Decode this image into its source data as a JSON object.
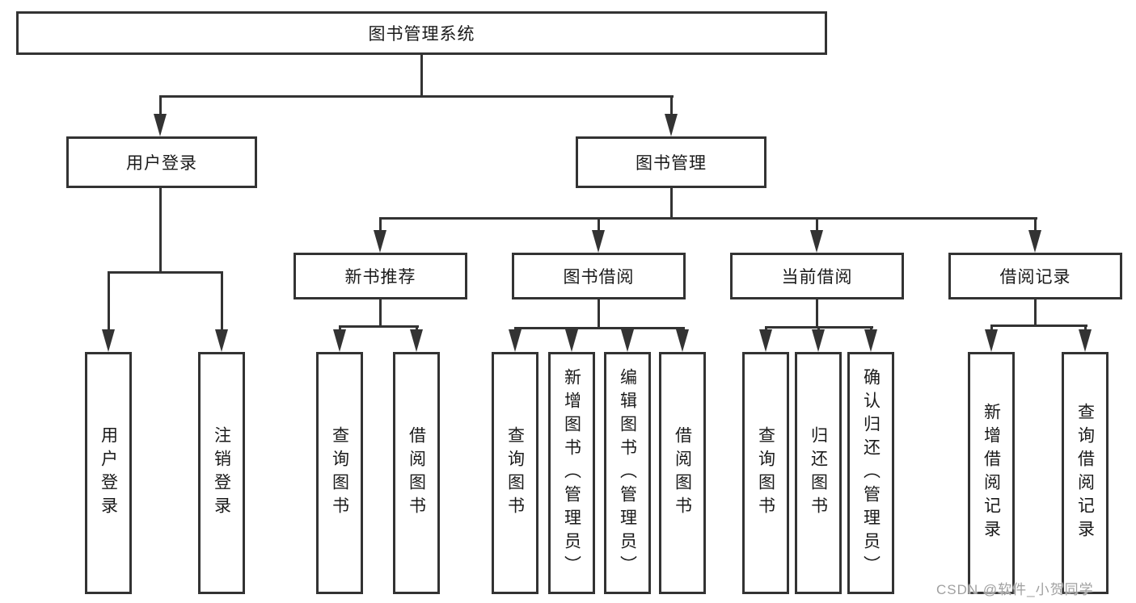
{
  "diagram": {
    "root": {
      "label": "图书管理系统"
    },
    "level2": [
      {
        "label": "用户登录"
      },
      {
        "label": "图书管理"
      }
    ],
    "level3": [
      {
        "label": "新书推荐"
      },
      {
        "label": "图书借阅"
      },
      {
        "label": "当前借阅"
      },
      {
        "label": "借阅记录"
      }
    ],
    "leaves": [
      {
        "label": "用户登录"
      },
      {
        "label": "注销登录"
      },
      {
        "label": "查询图书"
      },
      {
        "label": "借阅图书"
      },
      {
        "label": "查询图书"
      },
      {
        "label": "新增图书（管理员）"
      },
      {
        "label": "编辑图书（管理员）"
      },
      {
        "label": "借阅图书"
      },
      {
        "label": "查询图书"
      },
      {
        "label": "归还图书"
      },
      {
        "label": "确认归还（管理员）"
      },
      {
        "label": "新增借阅记录"
      },
      {
        "label": "查询借阅记录"
      }
    ]
  },
  "watermark": {
    "text": "CSDN @软件_小贺同学"
  },
  "colors": {
    "line": "#333333",
    "node_border": "#333333",
    "node_text": "#1a1a1a",
    "background": "#ffffff",
    "watermark": "#a0a0a0"
  }
}
